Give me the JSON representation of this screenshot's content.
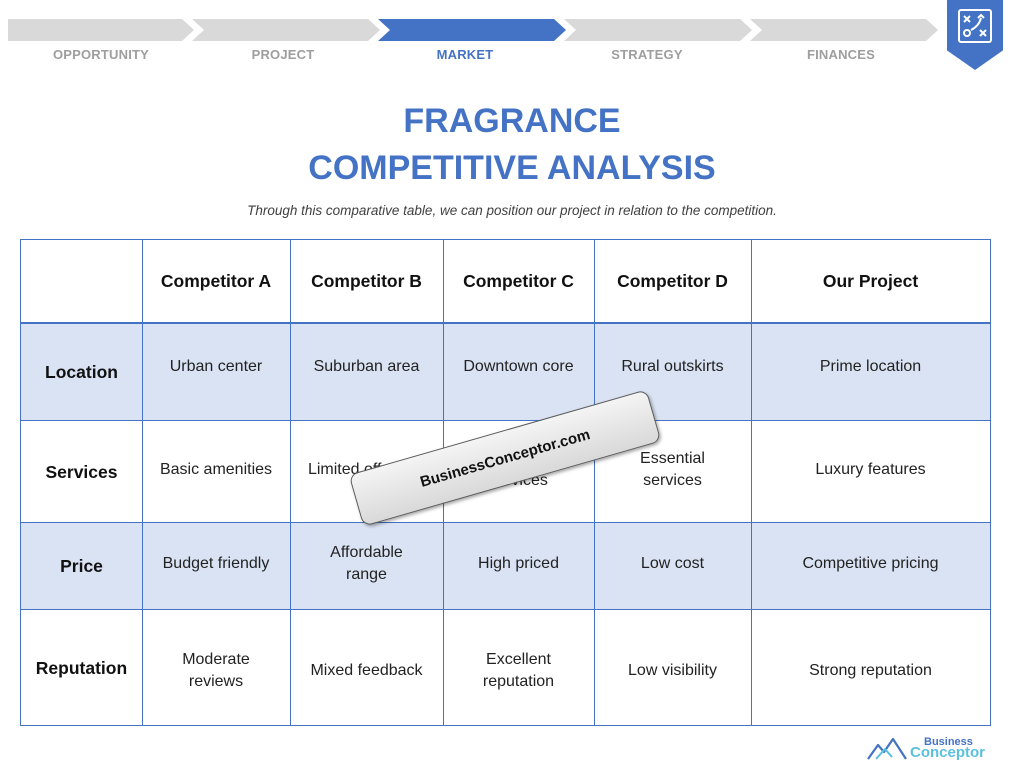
{
  "nav": {
    "steps": [
      {
        "label": "OPPORTUNITY",
        "active": false
      },
      {
        "label": "PROJECT",
        "active": false
      },
      {
        "label": "MARKET",
        "active": true
      },
      {
        "label": "STRATEGY",
        "active": false
      },
      {
        "label": "FINANCES",
        "active": false
      }
    ],
    "badge_icon": "strategy-board-icon"
  },
  "title": {
    "line1": "FRAGRANCE",
    "line2": "COMPETITIVE ANALYSIS",
    "subtitle": "Through this comparative table, we can position our project in relation to the competition."
  },
  "table": {
    "columns": [
      "Competitor A",
      "Competitor B",
      "Competitor C",
      "Competitor D",
      "Our Project"
    ],
    "rows": [
      {
        "label": "Location",
        "cells": [
          "Urban center",
          "Suburban area",
          "Downtown core",
          "Rural outskirts",
          "Prime location"
        ]
      },
      {
        "label": "Services",
        "cells": [
          "Basic amenities",
          "Limited offerings",
          "Premium services",
          "Essential services",
          "Luxury features"
        ]
      },
      {
        "label": "Price",
        "cells": [
          "Budget friendly",
          "Affordable range",
          "High priced",
          "Low cost",
          "Competitive pricing"
        ]
      },
      {
        "label": "Reputation",
        "cells": [
          "Moderate reviews",
          "Mixed feedback",
          "Excellent reputation",
          "Low visibility",
          "Strong reputation"
        ]
      }
    ]
  },
  "watermark": "BusinessConceptor.com",
  "footer": {
    "logo_top": "Business",
    "logo_bottom": "Conceptor"
  },
  "colors": {
    "accent": "#4472c4",
    "inactive_step": "#d9d9d9",
    "row_band": "#dae3f3",
    "logo_light": "#5bc0de"
  }
}
